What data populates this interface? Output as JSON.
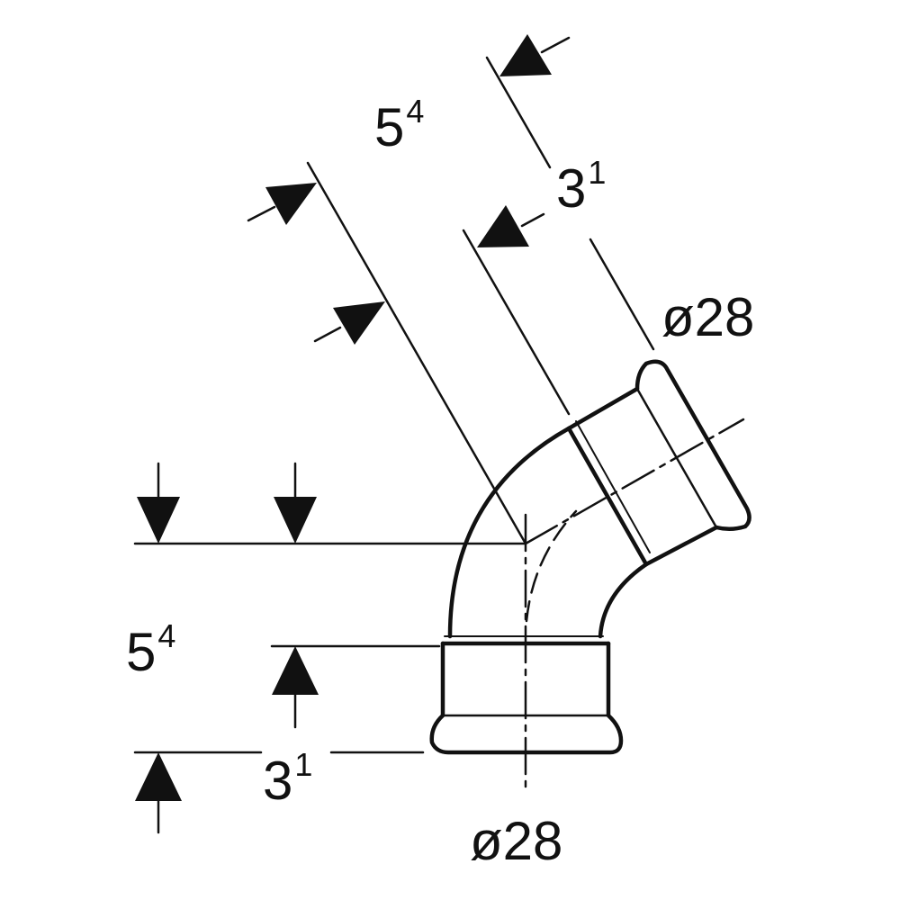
{
  "colors": {
    "line": "#111111",
    "background": "#ffffff"
  },
  "labels": {
    "top_left_dim": {
      "base": "5",
      "sup": "4"
    },
    "top_right_dim": {
      "base": "3",
      "sup": "1"
    },
    "top_diameter": "ø28",
    "bottom_left_dim": {
      "base": "5",
      "sup": "4"
    },
    "bottom_dim": {
      "base": "3",
      "sup": "1"
    },
    "bottom_diameter": "ø28"
  }
}
